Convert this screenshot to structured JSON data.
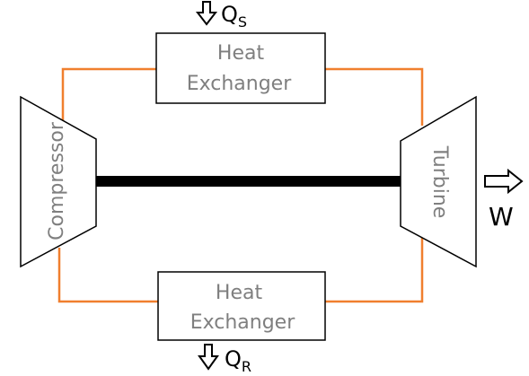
{
  "colors": {
    "pipe": "#f07f2e",
    "outline": "#000000",
    "label": "#7f7f7f",
    "shaft": "#000000",
    "background": "#ffffff"
  },
  "components": {
    "heat_exchanger_top": {
      "line1": "Heat",
      "line2": "Exchanger"
    },
    "heat_exchanger_bottom": {
      "line1": "Heat",
      "line2": "Exchanger"
    },
    "compressor": {
      "label": "Compressor"
    },
    "turbine": {
      "label": "Turbine"
    }
  },
  "flows": {
    "heat_supplied": {
      "symbol": "Q",
      "subscript": "S",
      "direction": "down-arrow-icon"
    },
    "heat_rejected": {
      "symbol": "Q",
      "subscript": "R",
      "direction": "down-arrow-icon"
    },
    "work": {
      "symbol": "W",
      "direction": "right-arrow-icon"
    }
  }
}
